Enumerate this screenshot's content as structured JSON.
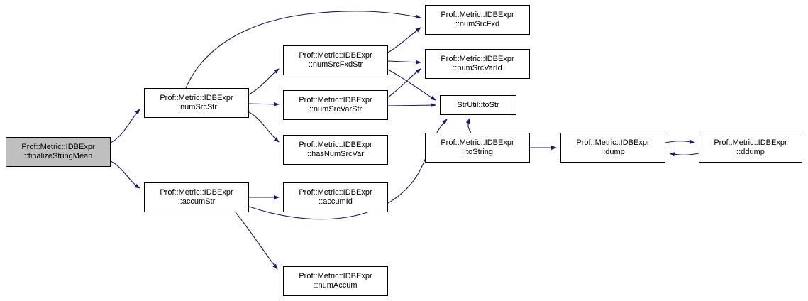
{
  "diagram": {
    "type": "doxygen-call-graph",
    "background_color": "#ffffff",
    "edge_color": "#191970",
    "node_border_color": "#000000",
    "highlight_fill": "#bfbfbf",
    "nodes": {
      "finalizeStringMean": {
        "line1": "Prof::Metric::IDBExpr",
        "line2": "::finalizeStringMean",
        "highlighted": true
      },
      "numSrcStr": {
        "line1": "Prof::Metric::IDBExpr",
        "line2": "::numSrcStr"
      },
      "accumStr": {
        "line1": "Prof::Metric::IDBExpr",
        "line2": "::accumStr"
      },
      "numSrcFxdStr": {
        "line1": "Prof::Metric::IDBExpr",
        "line2": "::numSrcFxdStr"
      },
      "numSrcVarStr": {
        "line1": "Prof::Metric::IDBExpr",
        "line2": "::numSrcVarStr"
      },
      "hasNumSrcVar": {
        "line1": "Prof::Metric::IDBExpr",
        "line2": "::hasNumSrcVar"
      },
      "accumId": {
        "line1": "Prof::Metric::IDBExpr",
        "line2": "::accumId"
      },
      "numAccum": {
        "line1": "Prof::Metric::IDBExpr",
        "line2": "::numAccum"
      },
      "numSrcFxd": {
        "line1": "Prof::Metric::IDBExpr",
        "line2": "::numSrcFxd"
      },
      "numSrcVarId": {
        "line1": "Prof::Metric::IDBExpr",
        "line2": "::numSrcVarId"
      },
      "toStr": {
        "line1": "StrUtil::toStr"
      },
      "toString": {
        "line1": "Prof::Metric::IDBExpr",
        "line2": "::toString"
      },
      "dump": {
        "line1": "Prof::Metric::IDBExpr",
        "line2": "::dump"
      },
      "ddump": {
        "line1": "Prof::Metric::IDBExpr",
        "line2": "::ddump"
      }
    },
    "edges": [
      {
        "from": "finalizeStringMean",
        "to": "numSrcStr"
      },
      {
        "from": "finalizeStringMean",
        "to": "accumStr"
      },
      {
        "from": "numSrcStr",
        "to": "numSrcFxd"
      },
      {
        "from": "numSrcStr",
        "to": "numSrcFxdStr"
      },
      {
        "from": "numSrcStr",
        "to": "numSrcVarStr"
      },
      {
        "from": "numSrcStr",
        "to": "hasNumSrcVar"
      },
      {
        "from": "numSrcFxdStr",
        "to": "numSrcFxd"
      },
      {
        "from": "numSrcFxdStr",
        "to": "numSrcVarId"
      },
      {
        "from": "numSrcFxdStr",
        "to": "toStr"
      },
      {
        "from": "numSrcVarStr",
        "to": "numSrcVarId"
      },
      {
        "from": "numSrcVarStr",
        "to": "toStr"
      },
      {
        "from": "accumStr",
        "to": "accumId"
      },
      {
        "from": "accumStr",
        "to": "numAccum"
      },
      {
        "from": "accumStr",
        "to": "toStr"
      },
      {
        "from": "toString",
        "to": "toStr"
      },
      {
        "from": "toString",
        "to": "dump"
      },
      {
        "from": "dump",
        "to": "ddump"
      },
      {
        "from": "ddump",
        "to": "dump"
      }
    ]
  }
}
